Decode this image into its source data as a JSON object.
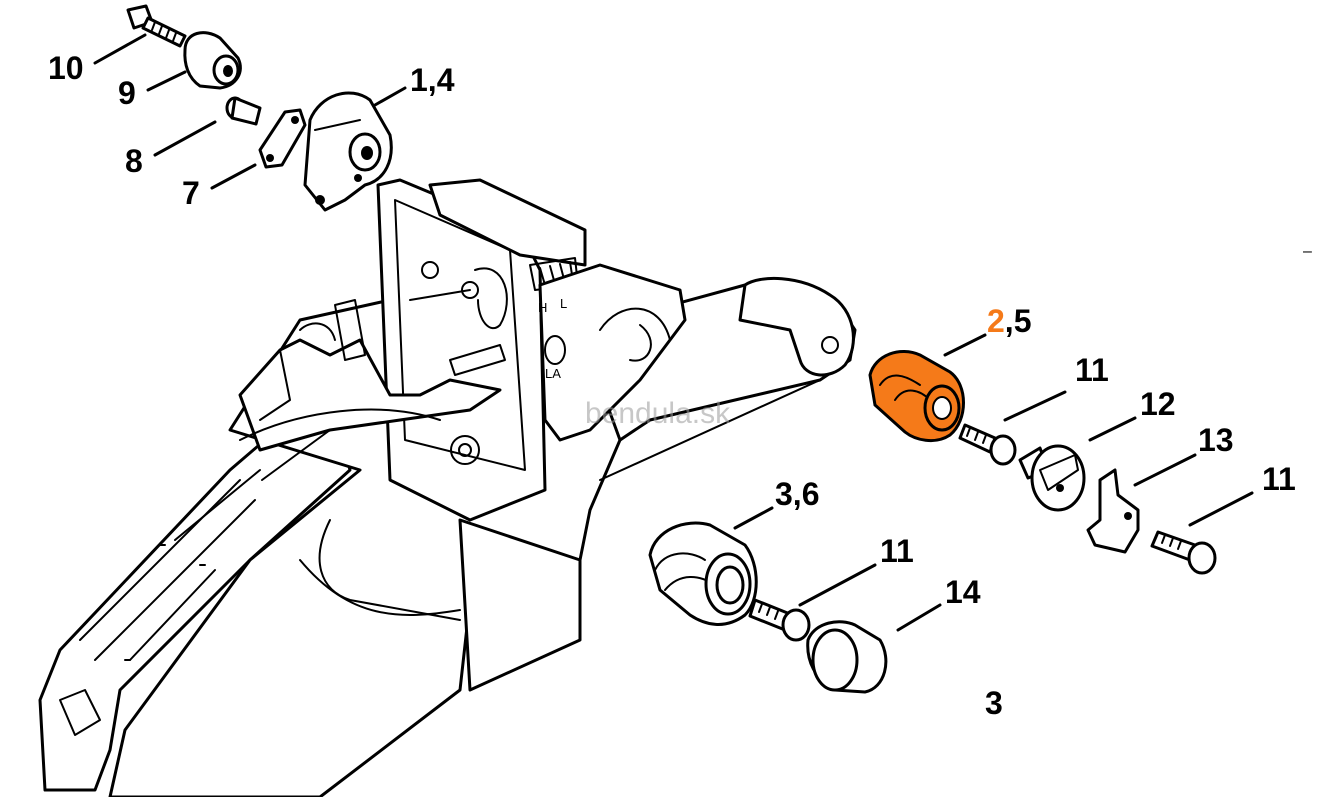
{
  "diagram": {
    "highlight_color": "#f57a19",
    "line_color": "#000000",
    "callouts": [
      {
        "id": "10",
        "text": "10"
      },
      {
        "id": "9",
        "text": "9"
      },
      {
        "id": "1-4",
        "text": "1,4"
      },
      {
        "id": "8",
        "text": "8"
      },
      {
        "id": "7",
        "text": "7"
      },
      {
        "id": "2-5",
        "parts": [
          "2",
          ",5"
        ],
        "highlighted_part": "2"
      },
      {
        "id": "11a",
        "text": "11"
      },
      {
        "id": "12",
        "text": "12"
      },
      {
        "id": "13",
        "text": "13"
      },
      {
        "id": "11b",
        "text": "11"
      },
      {
        "id": "3-6",
        "text": "3,6"
      },
      {
        "id": "11c",
        "text": "11"
      },
      {
        "id": "14",
        "text": "14"
      },
      {
        "id": "3",
        "text": "3"
      }
    ],
    "housing_marks": [
      "H",
      "L",
      "LA"
    ],
    "watermark": "bendula.sk",
    "edge_mark": "–"
  }
}
